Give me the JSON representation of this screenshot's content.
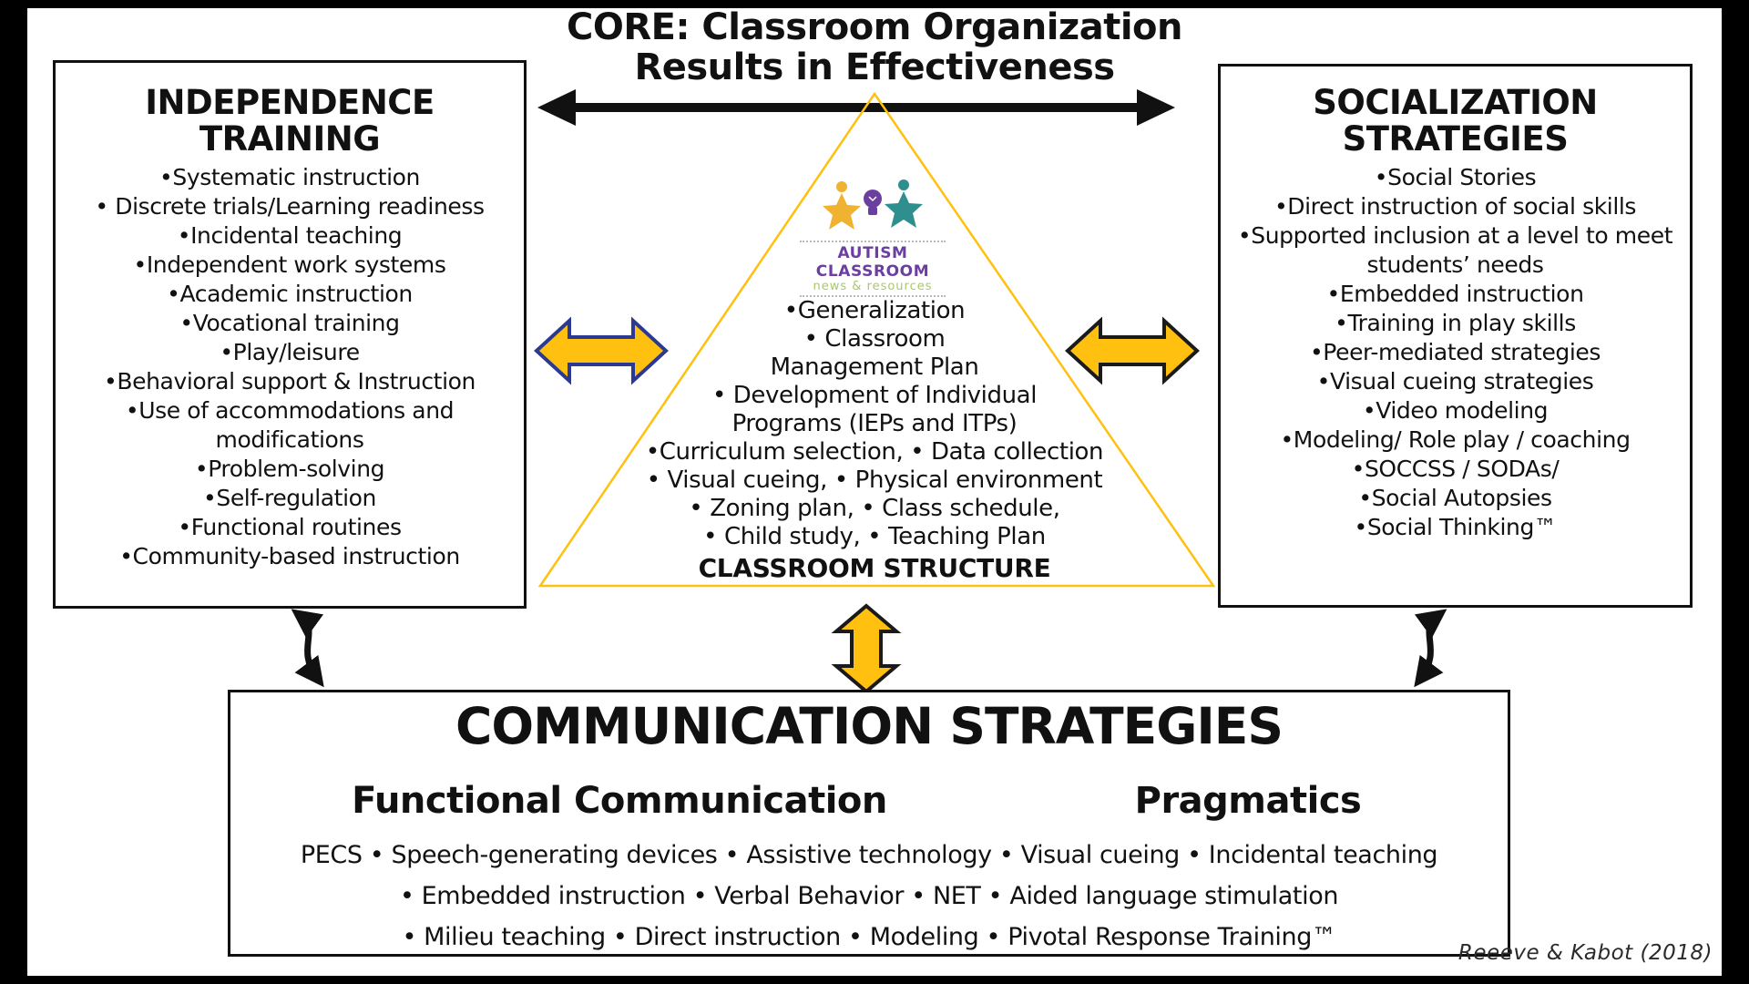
{
  "title": "CORE: Classroom Organization\nResults in Effectiveness",
  "independence": {
    "heading": "INDEPENDENCE\nTRAINING",
    "items": [
      "•Systematic instruction",
      "• Discrete trials/Learning readiness",
      "•Incidental teaching",
      "•Independent work systems",
      "•Academic instruction",
      "•Vocational training",
      "•Play/leisure",
      "•Behavioral support & Instruction",
      "•Use of accommodations and modifications",
      "•Problem-solving",
      "•Self-regulation",
      "•Functional routines",
      "•Community-based instruction"
    ]
  },
  "socialization": {
    "heading": "SOCIALIZATION\nSTRATEGIES",
    "items": [
      "•Social Stories",
      "•Direct instruction of social skills",
      "•Supported inclusion at a level to meet students’ needs",
      "•Embedded instruction",
      "•Training in play skills",
      "•Peer-mediated strategies",
      "•Visual cueing strategies",
      "•Video modeling",
      "•Modeling/ Role play / coaching",
      "•SOCCSS / SODAs/",
      "•Social Autopsies",
      "•Social Thinking™"
    ]
  },
  "triangle": {
    "logo": {
      "brand": "AUTISM CLASSROOM",
      "tagline": "news & resources"
    },
    "items": [
      "•Generalization",
      "• Classroom",
      "Management Plan",
      "•  Development of Individual",
      "Programs (IEPs and ITPs)",
      "•Curriculum selection, • Data collection",
      "• Visual cueing, • Physical environment",
      "• Zoning plan, • Class schedule,",
      "• Child study, • Teaching Plan"
    ],
    "footer": "CLASSROOM STRUCTURE"
  },
  "communication": {
    "heading": "COMMUNICATION STRATEGIES",
    "subheading_left": "Functional Communication",
    "subheading_right": "Pragmatics",
    "lines": [
      "PECS • Speech-generating devices • Assistive technology • Visual cueing • Incidental teaching",
      "• Embedded instruction • Verbal Behavior • NET • Aided language stimulation",
      "• Milieu teaching • Direct instruction • Modeling • Pivotal Response Training™"
    ]
  },
  "credit": "Reeeve & Kabot (2018)",
  "colors": {
    "arrow_gold": "#FFC010",
    "arrow_navy_outline": "#2B3990",
    "arrow_black_outline": "#1a1a1a",
    "triangle_outline_gold": "#FFC010",
    "logo_purple": "#6B3FA0",
    "logo_green": "#A8C968",
    "logo_teal": "#2F8F8F",
    "logo_gold": "#EFB231"
  }
}
